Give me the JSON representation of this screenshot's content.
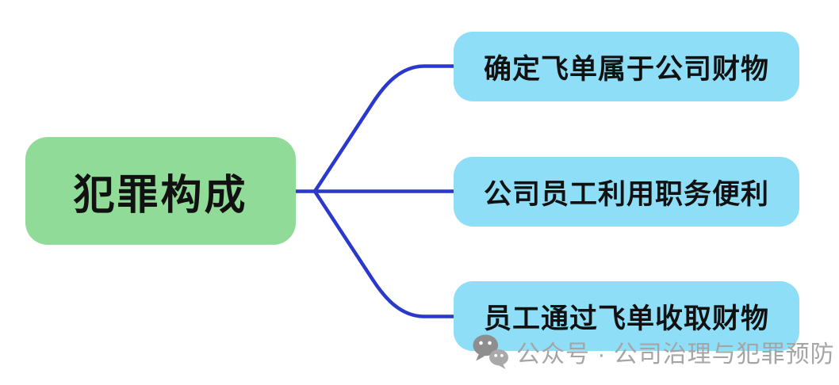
{
  "diagram": {
    "root": {
      "label": "犯罪构成"
    },
    "branches": [
      {
        "label": "确定飞单属于公司财物"
      },
      {
        "label": "公司员工利用职务便利"
      },
      {
        "label": "员工通过飞单收取财物"
      }
    ]
  },
  "watermark": {
    "icon": "wechat-icon",
    "text": "公众号 · 公司治理与犯罪预防"
  },
  "colors": {
    "page-bg": "#ffffff",
    "root-bg": "#90DB97",
    "branch-bg": "#8EDEF8",
    "line-color": "#2B38CC",
    "node-text": "#111111",
    "watermark-text": "#A5A5A5",
    "watermark-icon-dark": "#8E8E8E",
    "watermark-icon-light": "#A9A9A9"
  }
}
